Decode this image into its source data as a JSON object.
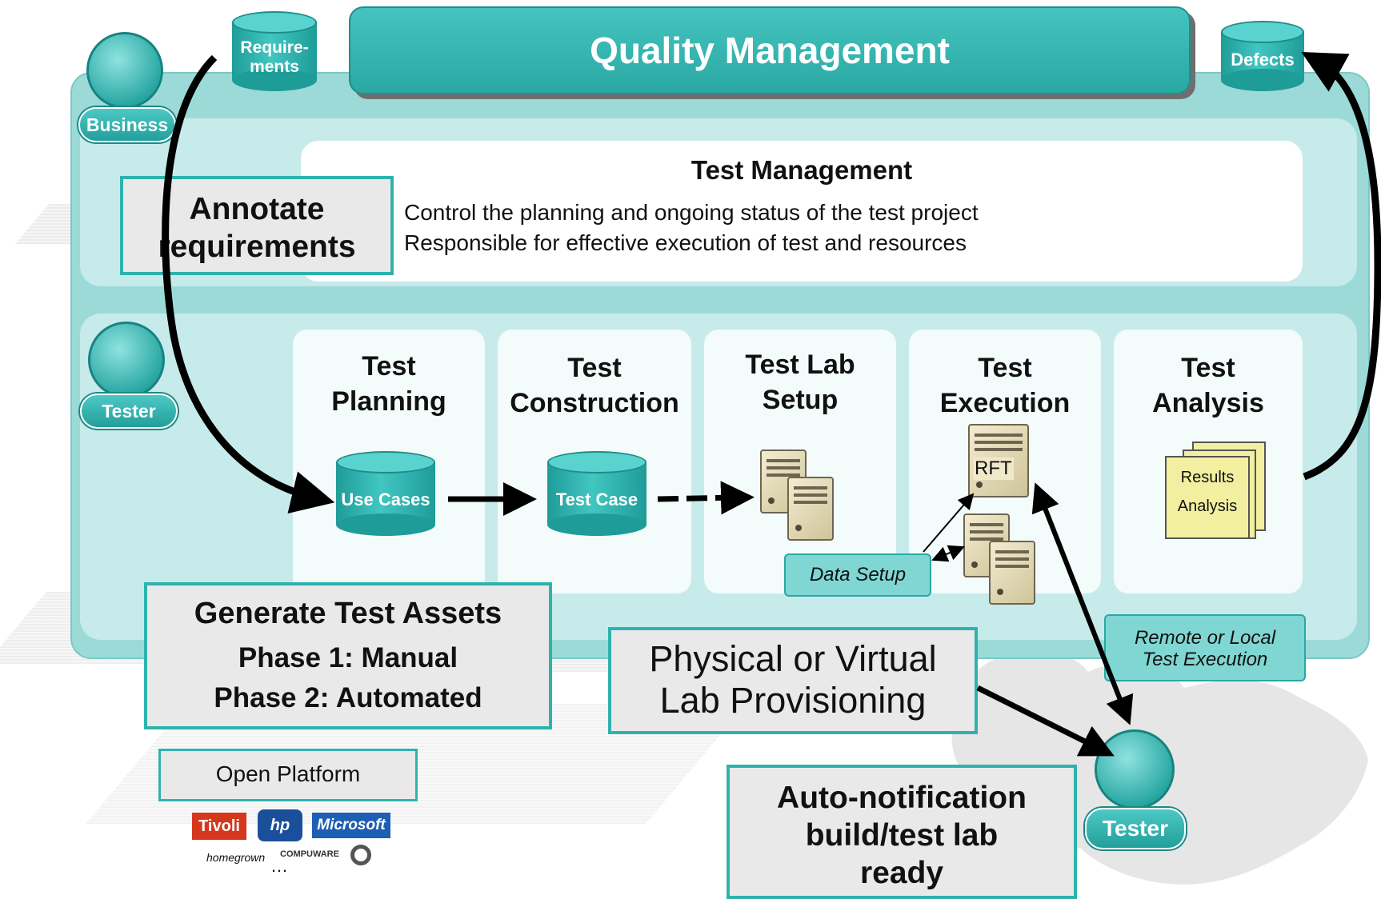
{
  "header": {
    "title": "Quality Management"
  },
  "repositories": {
    "requirements": "Require-\nments",
    "defects": "Defects"
  },
  "roles": {
    "business": "Business",
    "tester_top": "Tester",
    "tester_bottom": "Tester"
  },
  "test_management": {
    "title": "Test Management",
    "bullets": [
      "Control the planning and ongoing status of the test project",
      "Responsible for effective execution of test and resources"
    ]
  },
  "stages": [
    {
      "title": "Test\nPlanning"
    },
    {
      "title": "Test\nConstruction"
    },
    {
      "title": "Test Lab\nSetup"
    },
    {
      "title": "Test\nExecution"
    },
    {
      "title": "Test\nAnalysis"
    }
  ],
  "artifacts": {
    "use_cases": "Use Cases",
    "test_case": "Test Case",
    "rft": "RFT",
    "results_line1": "Results",
    "results_line2": "Analysis",
    "data_setup": "Data Setup",
    "remote_local": "Remote or Local\nTest Execution"
  },
  "callouts": {
    "annotate": "Annotate\nrequirements",
    "generate_title": "Generate Test Assets",
    "phase1": "Phase 1: Manual",
    "phase2": "Phase 2: Automated",
    "provisioning": "Physical or Virtual\nLab Provisioning",
    "notification": "Auto-notification\nbuild/test lab\nready"
  },
  "platform": {
    "label": "Open Platform",
    "logos": [
      "Tivoli",
      "hp",
      "Microsoft",
      "COMPUWARE"
    ],
    "homegrown": "homegrown",
    "ellipsis": "…"
  },
  "colors": {
    "teal": "#3bbab6",
    "light_teal": "#9cdad8",
    "arrow": "#000000"
  }
}
